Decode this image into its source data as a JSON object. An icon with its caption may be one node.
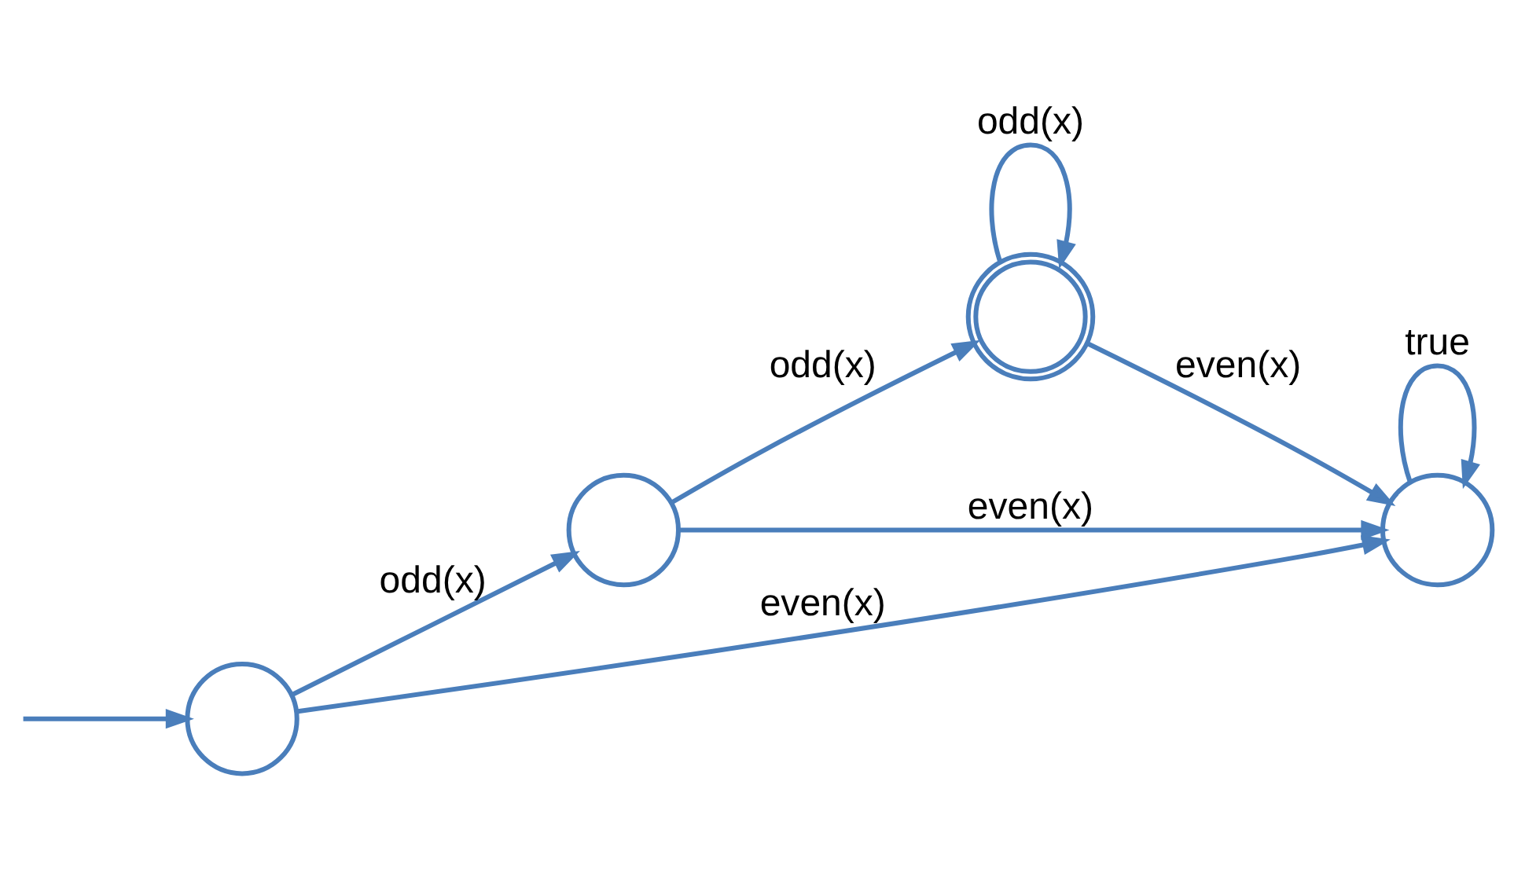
{
  "diagram": {
    "nodes": [
      {
        "text": [],
        "shape": "circle"
      },
      {
        "text": [],
        "shape": "circle"
      },
      {
        "text": [],
        "shape": "double-circle"
      },
      {
        "text": [],
        "shape": "circle"
      }
    ],
    "edges": [
      {
        "from": null,
        "to": 0,
        "arrow": "to"
      },
      {
        "from": 0,
        "to": 1,
        "arrow": "to",
        "label": "odd(x)"
      },
      {
        "from": 1,
        "to": 2,
        "arrow": "to",
        "label": "odd(x)"
      },
      {
        "from": 2,
        "to": 2,
        "arrow": "to",
        "label": "odd(x)"
      },
      {
        "from": 0,
        "to": 3,
        "arrow": "to",
        "label": "even(x)"
      },
      {
        "from": 1,
        "to": 3,
        "arrow": "to",
        "label": "even(x)"
      },
      {
        "from": 2,
        "to": 3,
        "arrow": "to",
        "label": "even(x)"
      },
      {
        "from": 3,
        "to": 3,
        "arrow": "to",
        "label": "true"
      }
    ]
  }
}
